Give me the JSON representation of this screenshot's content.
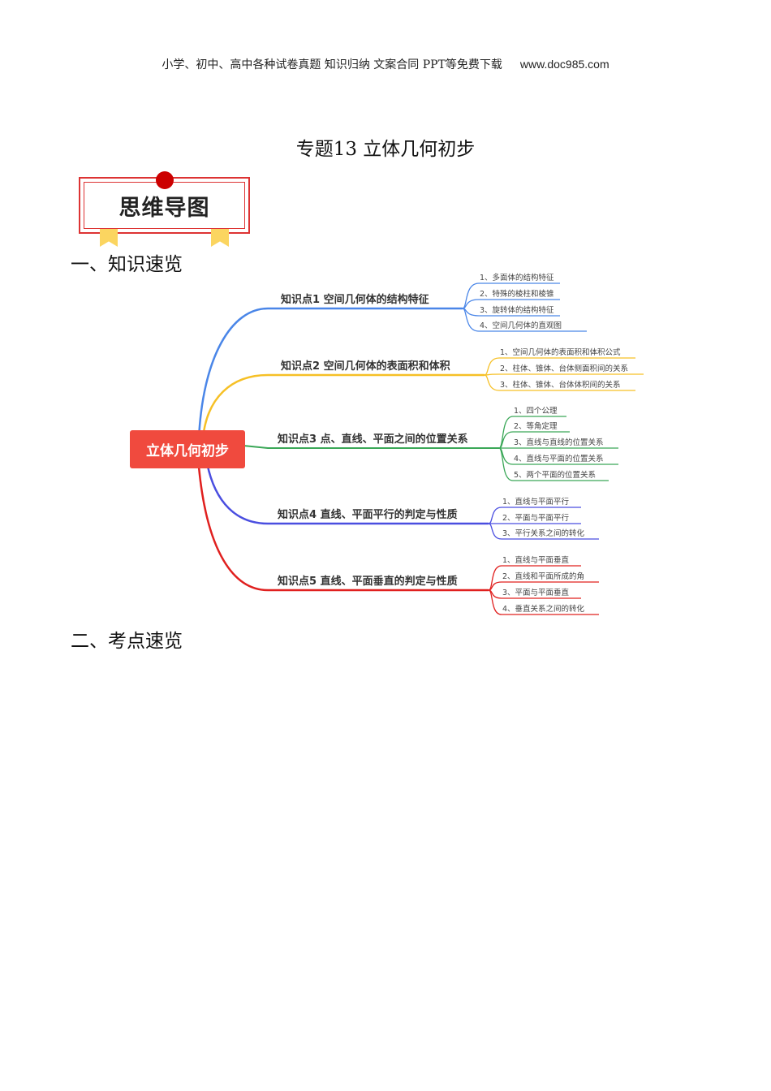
{
  "header": {
    "text": "小学、初中、高中各种试卷真题 知识归纳 文案合同 PPT等免费下载",
    "url": "www.doc985.com"
  },
  "title": "专题13  立体几何初步",
  "badge": "思维导图",
  "section1": "一、知识速览",
  "section2": "二、考点速览",
  "mindmap": {
    "center": "立体几何初步",
    "colors": [
      "#4a86e8",
      "#f6c026",
      "#3aa757",
      "#4a4ee0",
      "#e0201f"
    ],
    "branches": [
      {
        "label": "知识点1  空间几何体的结构特征",
        "leaves": [
          "1、多面体的结构特征",
          "2、特殊的棱柱和棱锥",
          "3、旋转体的结构特征",
          "4、空间几何体的直观图"
        ]
      },
      {
        "label": "知识点2  空间几何体的表面积和体积",
        "leaves": [
          "1、空间几何体的表面积和体积公式",
          "2、柱体、锥体、台体侧面积间的关系",
          "3、柱体、锥体、台体体积间的关系"
        ]
      },
      {
        "label": "知识点3  点、直线、平面之间的位置关系",
        "leaves": [
          "1、四个公理",
          "2、等角定理",
          "3、直线与直线的位置关系",
          "4、直线与平面的位置关系",
          "5、两个平面的位置关系"
        ]
      },
      {
        "label": "知识点4  直线、平面平行的判定与性质",
        "leaves": [
          "1、直线与平面平行",
          "2、平面与平面平行",
          "3、平行关系之间的转化"
        ]
      },
      {
        "label": "知识点5  直线、平面垂直的判定与性质",
        "leaves": [
          "1、直线与平面垂直",
          "2、直线和平面所成的角",
          "3、平面与平面垂直",
          "4、垂直关系之间的转化"
        ]
      }
    ]
  }
}
